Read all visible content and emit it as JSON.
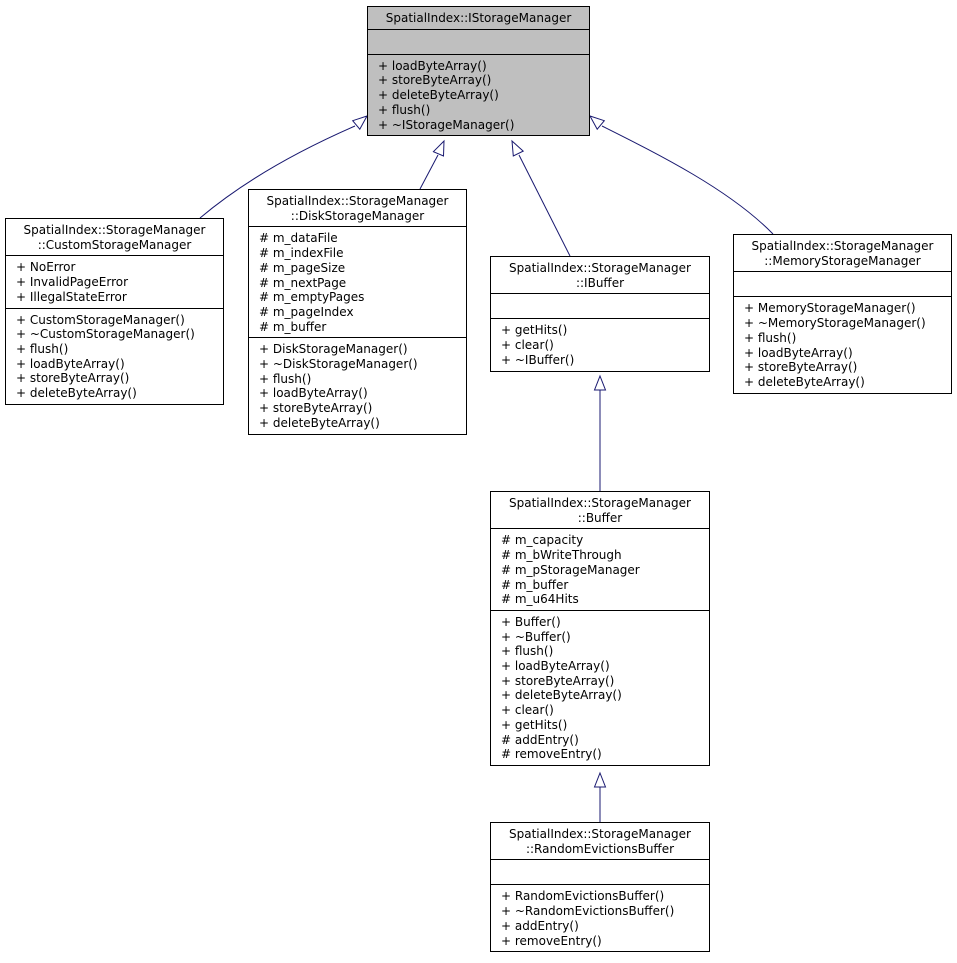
{
  "diagram": {
    "type": "uml-class-inheritance",
    "colors": {
      "edge": "#191970",
      "base_fill": "#bfbfbf",
      "node_fill": "#ffffff",
      "border": "#000000"
    },
    "nodes": [
      {
        "id": "istoragemanager",
        "title": [
          "SpatialIndex::IStorageManager"
        ],
        "attributes": [],
        "methods": [
          "+ loadByteArray()",
          "+ storeByteArray()",
          "+ deleteByteArray()",
          "+ flush()",
          "+ ~IStorageManager()"
        ]
      },
      {
        "id": "customstoragemanager",
        "title": [
          "SpatialIndex::StorageManager",
          "::CustomStorageManager"
        ],
        "attributes": [
          "+ NoError",
          "+ InvalidPageError",
          "+ IllegalStateError"
        ],
        "methods": [
          "+ CustomStorageManager()",
          "+ ~CustomStorageManager()",
          "+ flush()",
          "+ loadByteArray()",
          "+ storeByteArray()",
          "+ deleteByteArray()"
        ]
      },
      {
        "id": "diskstoragemanager",
        "title": [
          "SpatialIndex::StorageManager",
          "::DiskStorageManager"
        ],
        "attributes": [
          "# m_dataFile",
          "# m_indexFile",
          "# m_pageSize",
          "# m_nextPage",
          "# m_emptyPages",
          "# m_pageIndex",
          "# m_buffer"
        ],
        "methods": [
          "+ DiskStorageManager()",
          "+ ~DiskStorageManager()",
          "+ flush()",
          "+ loadByteArray()",
          "+ storeByteArray()",
          "+ deleteByteArray()"
        ]
      },
      {
        "id": "ibuffer",
        "title": [
          "SpatialIndex::StorageManager",
          "::IBuffer"
        ],
        "attributes": [],
        "methods": [
          "+ getHits()",
          "+ clear()",
          "+ ~IBuffer()"
        ]
      },
      {
        "id": "memorystoragemanager",
        "title": [
          "SpatialIndex::StorageManager",
          "::MemoryStorageManager"
        ],
        "attributes": [],
        "methods": [
          "+ MemoryStorageManager()",
          "+ ~MemoryStorageManager()",
          "+ flush()",
          "+ loadByteArray()",
          "+ storeByteArray()",
          "+ deleteByteArray()"
        ]
      },
      {
        "id": "buffer",
        "title": [
          "SpatialIndex::StorageManager",
          "::Buffer"
        ],
        "attributes": [
          "# m_capacity",
          "# m_bWriteThrough",
          "# m_pStorageManager",
          "# m_buffer",
          "# m_u64Hits"
        ],
        "methods": [
          "+ Buffer()",
          "+ ~Buffer()",
          "+ flush()",
          "+ loadByteArray()",
          "+ storeByteArray()",
          "+ deleteByteArray()",
          "+ clear()",
          "+ getHits()",
          "# addEntry()",
          "# removeEntry()"
        ]
      },
      {
        "id": "randomevictionsbuffer",
        "title": [
          "SpatialIndex::StorageManager",
          "::RandomEvictionsBuffer"
        ],
        "attributes": [],
        "methods": [
          "+ RandomEvictionsBuffer()",
          "+ ~RandomEvictionsBuffer()",
          "+ addEntry()",
          "+ removeEntry()"
        ]
      }
    ],
    "edges": [
      {
        "from": "customstoragemanager",
        "to": "istoragemanager",
        "kind": "inherits"
      },
      {
        "from": "diskstoragemanager",
        "to": "istoragemanager",
        "kind": "inherits"
      },
      {
        "from": "ibuffer",
        "to": "istoragemanager",
        "kind": "inherits"
      },
      {
        "from": "memorystoragemanager",
        "to": "istoragemanager",
        "kind": "inherits"
      },
      {
        "from": "buffer",
        "to": "ibuffer",
        "kind": "inherits"
      },
      {
        "from": "randomevictionsbuffer",
        "to": "buffer",
        "kind": "inherits"
      }
    ]
  }
}
